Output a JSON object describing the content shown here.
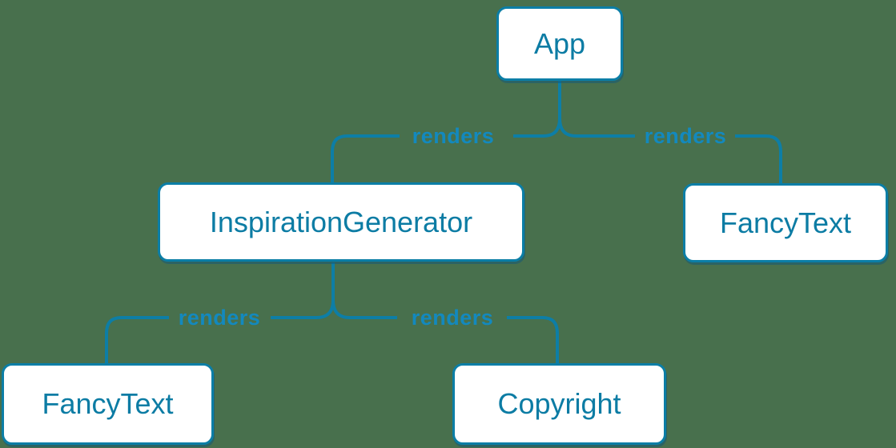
{
  "diagram": {
    "type": "render-tree",
    "background_color": "#48704d",
    "accent_color": "#0d7ea6",
    "label_color": "#1389be",
    "node_fill": "#ffffff",
    "node_text_color": "#0c7ca4",
    "nodes": [
      {
        "id": "app",
        "label": "App"
      },
      {
        "id": "inspiration-generator",
        "label": "InspirationGenerator"
      },
      {
        "id": "fancy-text-top",
        "label": "FancyText"
      },
      {
        "id": "fancy-text-bottom",
        "label": "FancyText"
      },
      {
        "id": "copyright",
        "label": "Copyright"
      }
    ],
    "edges": [
      {
        "from": "App",
        "to": "InspirationGenerator",
        "label": "renders"
      },
      {
        "from": "App",
        "to": "FancyText",
        "label": "renders"
      },
      {
        "from": "InspirationGenerator",
        "to": "FancyText",
        "label": "renders"
      },
      {
        "from": "InspirationGenerator",
        "to": "Copyright",
        "label": "renders"
      }
    ]
  }
}
